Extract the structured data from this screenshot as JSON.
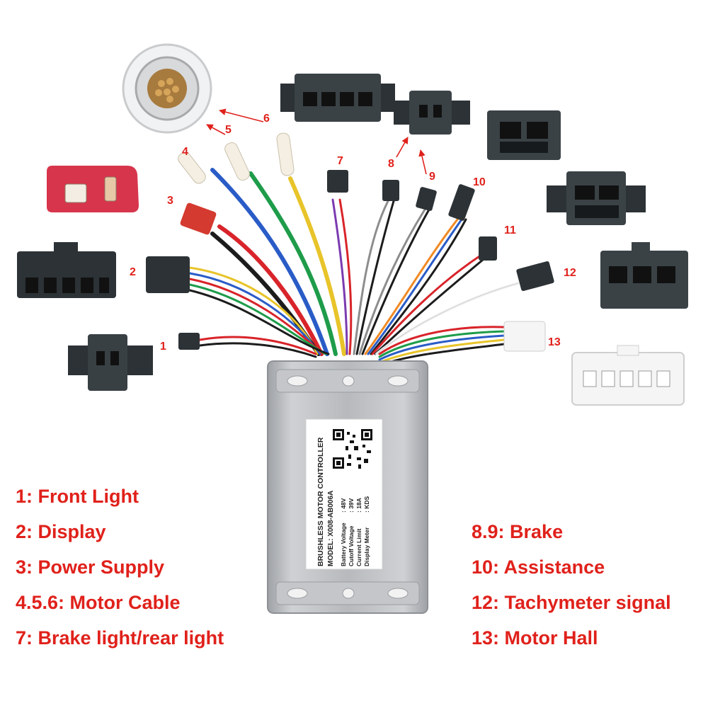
{
  "controller": {
    "label_title": "BRUSHLESS MOTOR CONTROLLER",
    "label_model": "MODEL: X008-AB006A",
    "specs": [
      {
        "name": "Battery Voltage",
        "value": ": 48V"
      },
      {
        "name": "Cutoff Voltage",
        "value": ": 39V"
      },
      {
        "name": "Current Limit",
        "value": ": 18A"
      },
      {
        "name": "Display Meter",
        "value": ": KDS"
      }
    ]
  },
  "callouts": [
    "1",
    "2",
    "3",
    "4",
    "5",
    "6",
    "7",
    "8",
    "9",
    "10",
    "11",
    "12",
    "13"
  ],
  "legend_left": [
    "1: Front Light",
    "2: Display",
    "3: Power Supply",
    "4.5.6: Motor Cable",
    "7: Brake light/rear light"
  ],
  "legend_right": [
    "8.9: Brake",
    "10: Assistance",
    "12: Tachymeter signal",
    "13: Motor Hall"
  ],
  "colors": {
    "label_red": "#e0211b",
    "wire_red": "#d8242a",
    "wire_blue": "#2a5cc7",
    "wire_green": "#1e9c4a",
    "wire_yellow": "#e8c42a",
    "wire_black": "#1c1c1c",
    "wire_gray": "#8d8d8d",
    "wire_orange": "#f08a24",
    "wire_purple": "#7b3bb0",
    "wire_white": "#f2f2f2",
    "controller_body": "#b8babd"
  }
}
